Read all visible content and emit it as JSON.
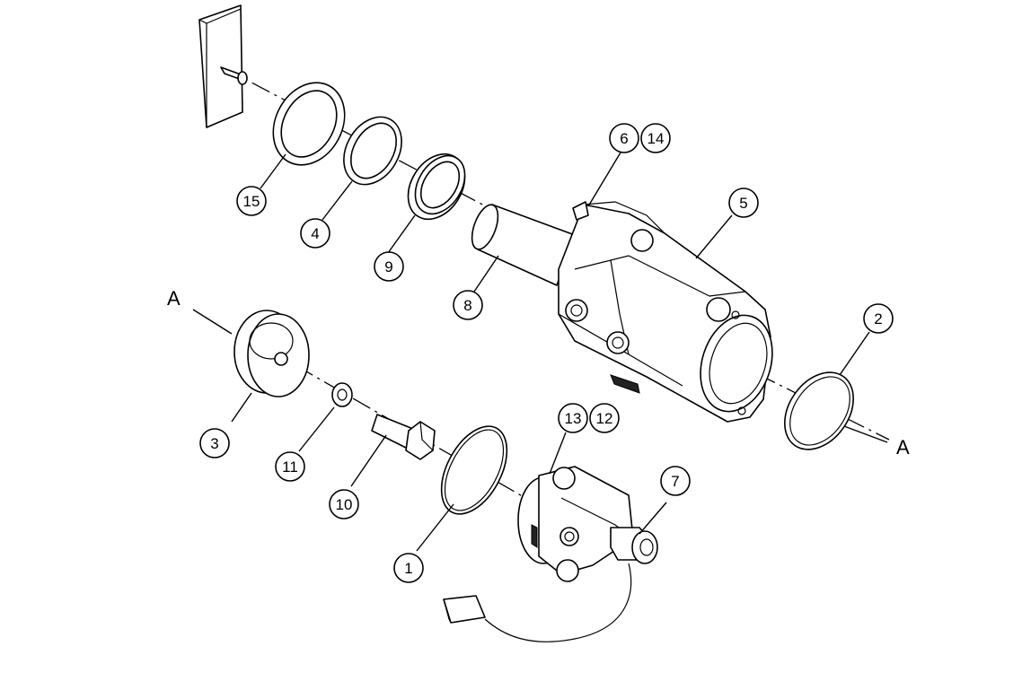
{
  "section_marks": [
    {
      "id": "a-left",
      "label": "A"
    },
    {
      "id": "a-right",
      "label": "A"
    }
  ],
  "callouts": [
    {
      "id": "15",
      "label": "15"
    },
    {
      "id": "4",
      "label": "4"
    },
    {
      "id": "9",
      "label": "9"
    },
    {
      "id": "8",
      "label": "8"
    },
    {
      "id": "6",
      "label": "6"
    },
    {
      "id": "14",
      "label": "14"
    },
    {
      "id": "5",
      "label": "5"
    },
    {
      "id": "2",
      "label": "2"
    },
    {
      "id": "3",
      "label": "3"
    },
    {
      "id": "11",
      "label": "11"
    },
    {
      "id": "10",
      "label": "10"
    },
    {
      "id": "1",
      "label": "1"
    },
    {
      "id": "13",
      "label": "13"
    },
    {
      "id": "12",
      "label": "12"
    },
    {
      "id": "7",
      "label": "7"
    }
  ]
}
